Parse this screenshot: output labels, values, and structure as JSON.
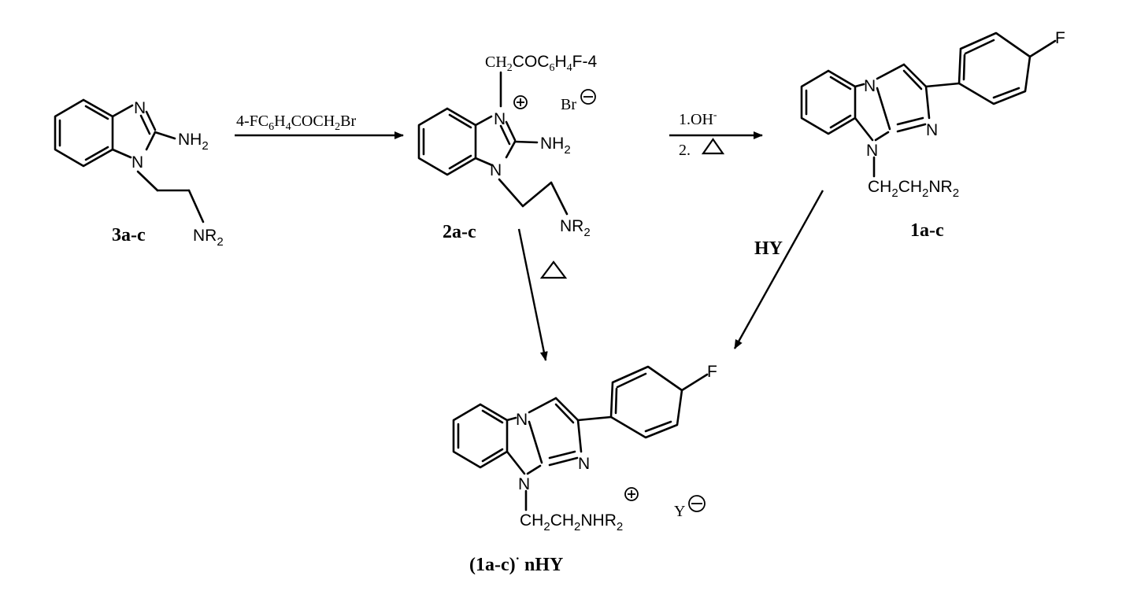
{
  "compounds": {
    "c3": {
      "label": "3a-c",
      "atoms": {
        "n3": "N",
        "nh2": "NH",
        "nh2_sub": "2",
        "n1": "N",
        "nr2": "NR",
        "nr2_sub": "2"
      }
    },
    "c2": {
      "label": "2a-c",
      "atoms": {
        "subst": "CH",
        "subst_sub1": "2",
        "subst_mid": "COC",
        "subst_sub2": "6",
        "subst_h": "H",
        "subst_sub3": "4",
        "subst_end": "F-4",
        "n3": "N",
        "nh2": "NH",
        "nh2_sub": "2",
        "n1": "N",
        "nr2": "NR",
        "nr2_sub": "2",
        "counter": "Br"
      }
    },
    "c1": {
      "label": "1a-c",
      "atoms": {
        "f": "F",
        "n_bridge": "N",
        "n_imine": "N",
        "n9": "N",
        "chain": "CH",
        "chain_sub1": "2",
        "chain_mid": "CH",
        "chain_sub2": "2",
        "chain_end": "NR",
        "chain_sub3": "2"
      }
    },
    "salt": {
      "label_main": "(1a-c)",
      "label_dot": "·",
      "label_end": " nHY",
      "atoms": {
        "f": "F",
        "n_bridge": "N",
        "n_imine": "N",
        "n9": "N",
        "chain": "CH",
        "chain_sub1": "2",
        "chain_mid": "CH",
        "chain_sub2": "2",
        "chain_end": "NHR",
        "chain_sub3": "2",
        "counter": "Y"
      }
    }
  },
  "arrows": {
    "a1": {
      "reagent_a": "4-FC",
      "reagent_sub1": "6",
      "reagent_b": "H",
      "reagent_sub2": "4",
      "reagent_c": "COCH",
      "reagent_sub3": "2",
      "reagent_d": "Br"
    },
    "a2": {
      "step1": "1.OH",
      "step1_sup": "-",
      "step2": "2."
    },
    "a4": {
      "reagent": "HY"
    }
  }
}
